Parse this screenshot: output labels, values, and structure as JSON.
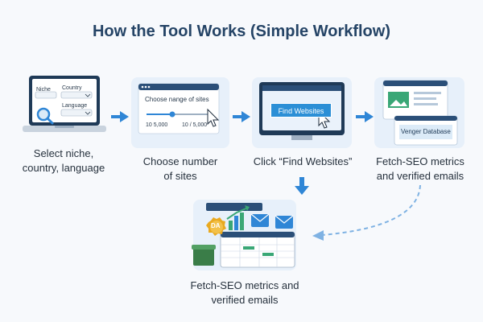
{
  "title": "How the Tool Works (Simple Workflow)",
  "steps": [
    {
      "caption_line1": "Select niche,",
      "caption_line2": "country, language"
    },
    {
      "caption_line1": "Choose number",
      "caption_line2": "of sites"
    },
    {
      "caption_line1": "Click “Find Websites”",
      "caption_line2": ""
    },
    {
      "caption_line1": "Fetch-SEO metrics",
      "caption_line2": "and verified emails"
    }
  ],
  "final": {
    "caption_line1": "Fetch-SEO metrics and",
    "caption_line2": "verified emails"
  },
  "form": {
    "niche_label": "Niche",
    "country_label": "Country",
    "language_label": "Language"
  },
  "slider": {
    "heading": "Choose nange of sites",
    "left_value": "10 5,000",
    "right_value": "10 / 5,000"
  },
  "find_button": {
    "label": "Find Websites"
  },
  "database": {
    "label": "Venger Database"
  },
  "badge": {
    "label": "DA"
  },
  "colors": {
    "accent": "#2f86d6",
    "button": "#2b8fd6",
    "card": "#e7f0fa",
    "title": "#254466",
    "badge": "#e9a91f"
  }
}
